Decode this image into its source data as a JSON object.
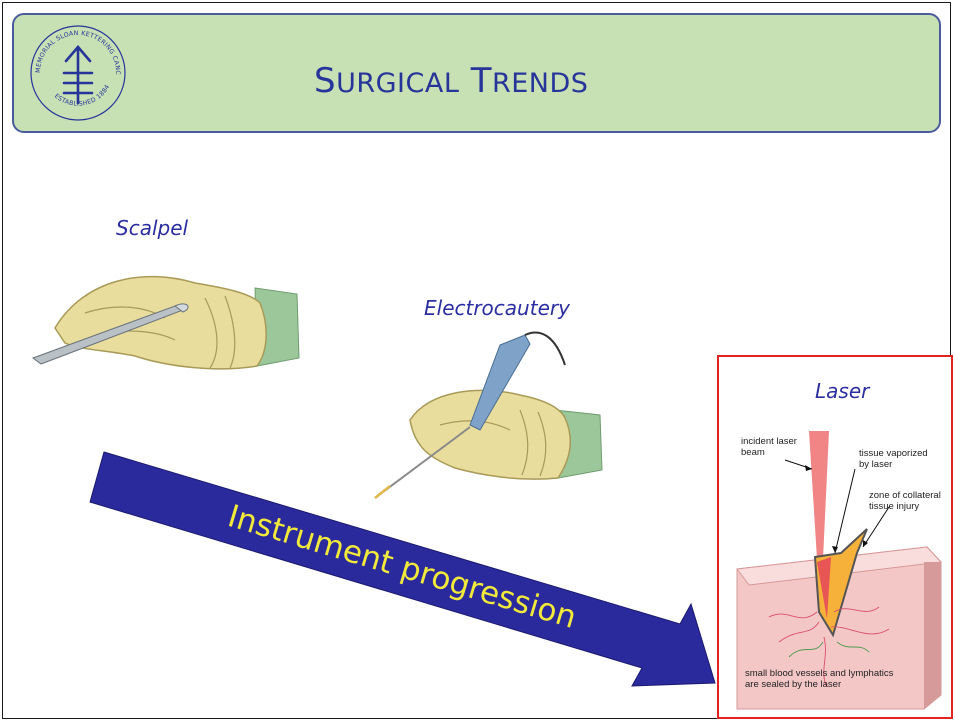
{
  "header": {
    "title_first_cap": "S",
    "title_first_rest": "URGICAL",
    "title_second_cap": "T",
    "title_second_rest": "RENDS",
    "logo_ring_text_top": "MEMORIAL SLOAN KETTERING CANCER CENTER",
    "logo_ring_text_bottom": "ESTABLISHED 1884"
  },
  "instruments": {
    "scalpel_label": "Scalpel",
    "electrocautery_label": "Electrocautery",
    "progression_label": "Instrument progression"
  },
  "laser": {
    "title": "Laser",
    "annotation_beam": "incident laser\nbeam",
    "annotation_vaporized": "tissue vaporized\nby laser",
    "annotation_collateral": "zone of collateral\ntissue injury",
    "annotation_sealed": "small blood vessels and lymphatics\nare sealed by the laser"
  },
  "colors": {
    "title_text": "#27359a",
    "title_bar_bg": "#c7e0b4",
    "arrow": "#2b2a9c",
    "arrow_text": "#f2ea3a",
    "laser_border": "#e32222"
  }
}
